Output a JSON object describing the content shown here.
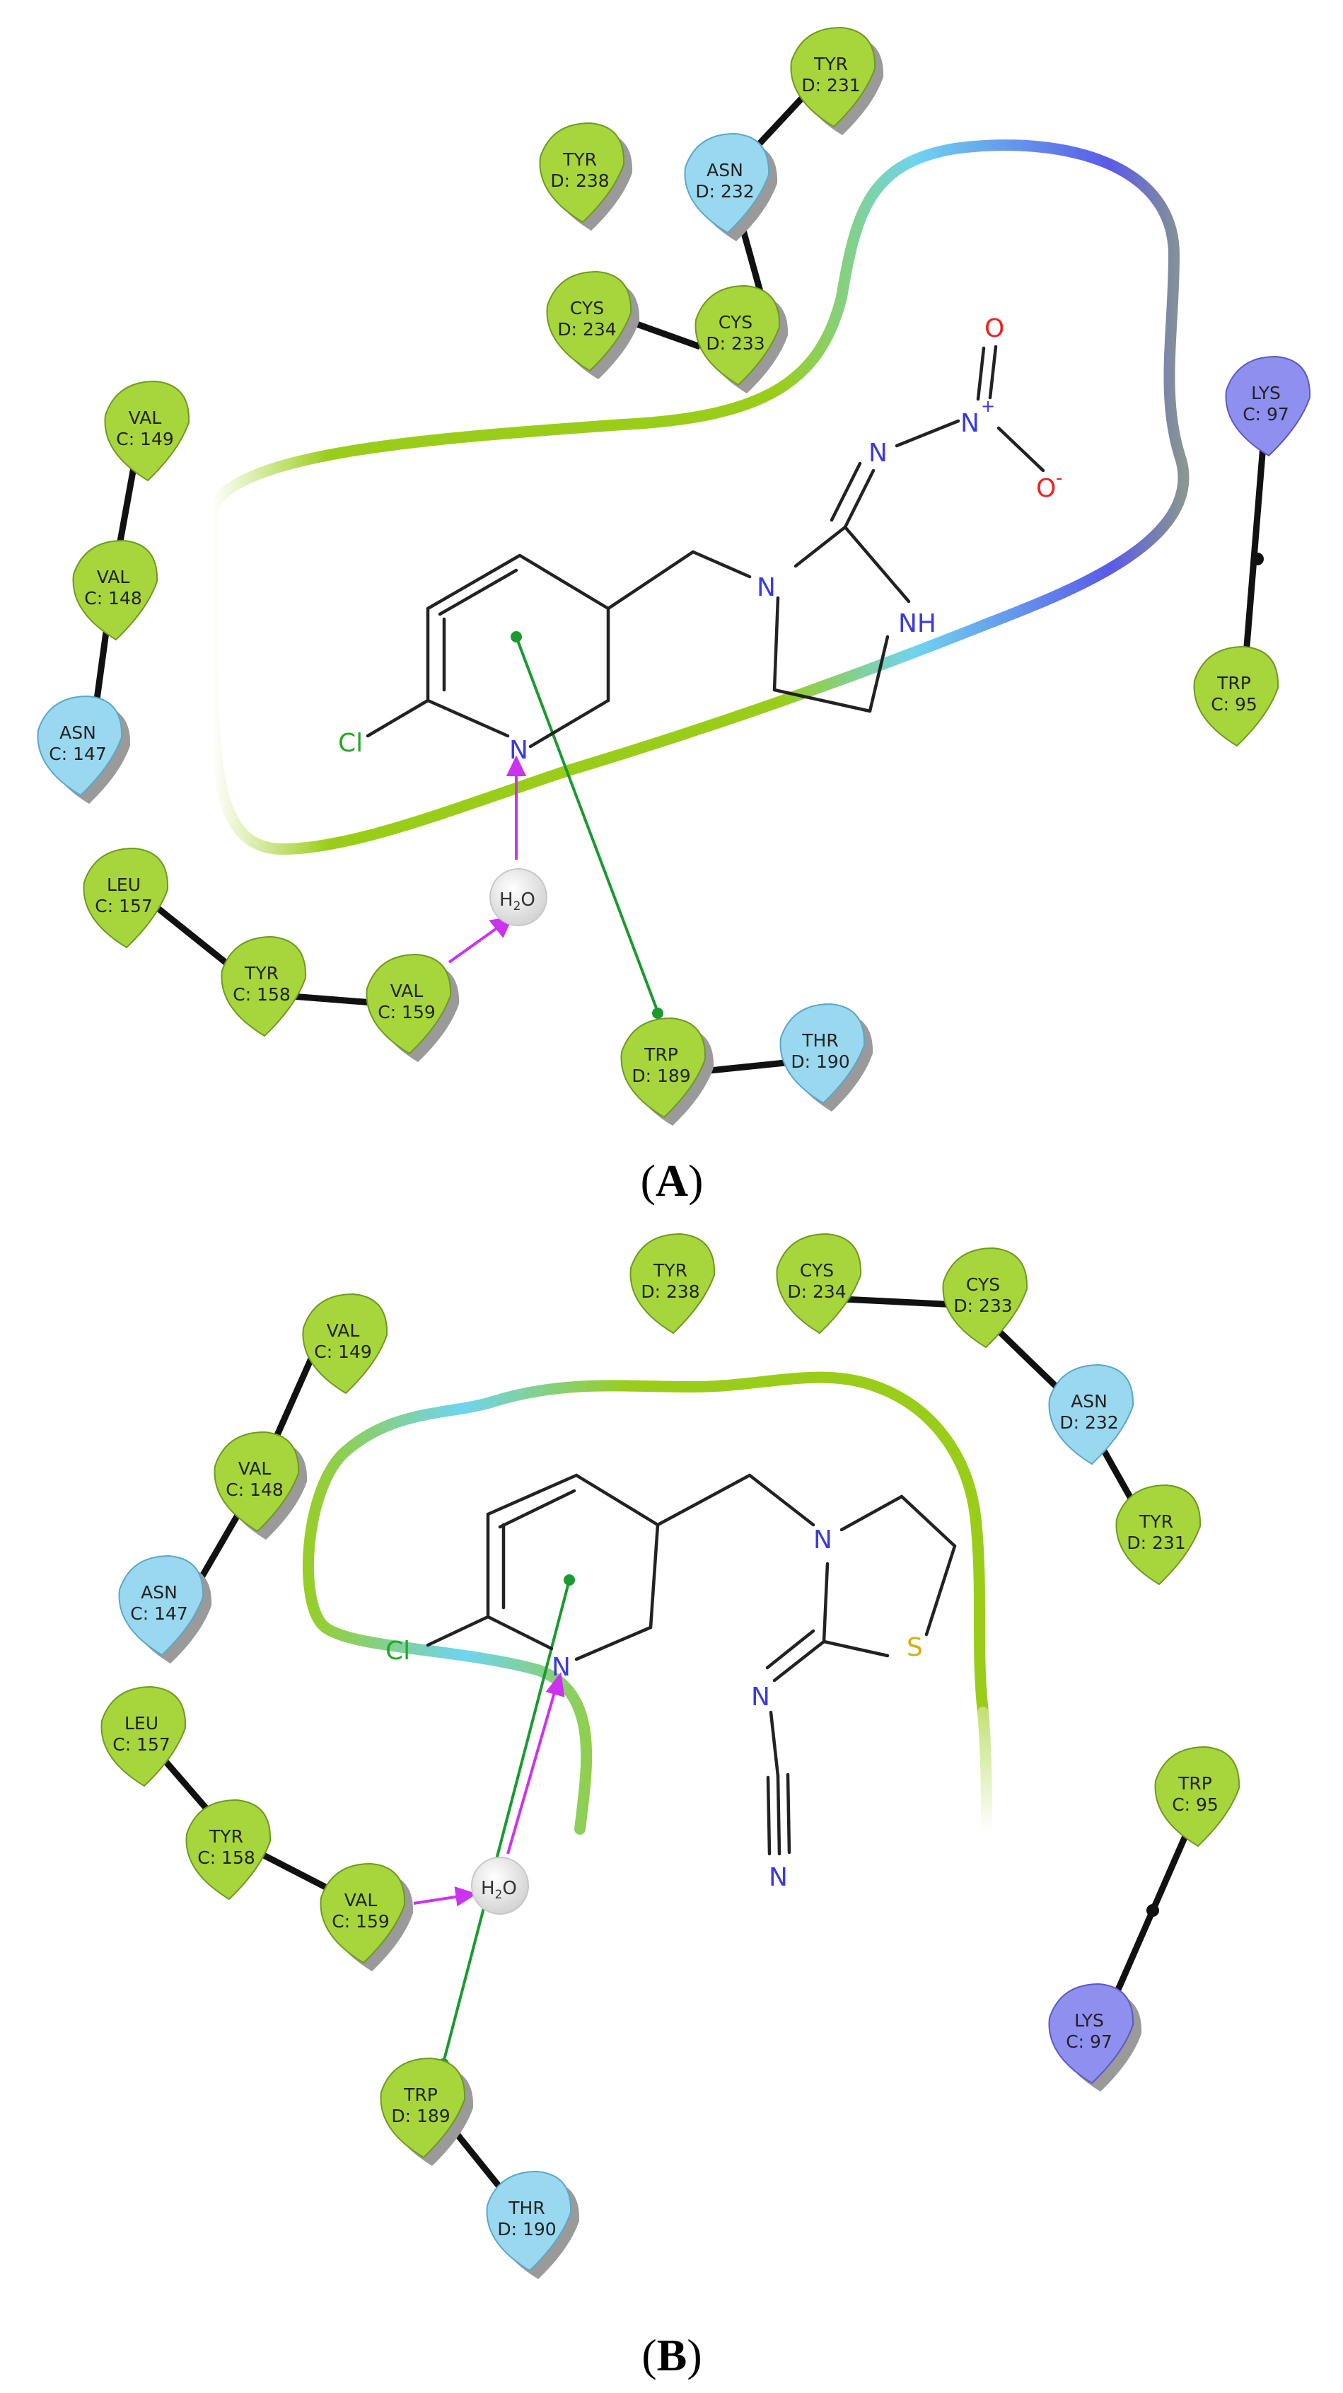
{
  "panels": {
    "a": {
      "label": "(A)",
      "label_bold": "A",
      "residues": {
        "tyr231": {
          "name": "TYR",
          "num": "D: 231"
        },
        "asn232": {
          "name": "ASN",
          "num": "D: 232"
        },
        "tyr238": {
          "name": "TYR",
          "num": "D: 238"
        },
        "cys234": {
          "name": "CYS",
          "num": "D: 234"
        },
        "cys233": {
          "name": "CYS",
          "num": "D: 233"
        },
        "val149": {
          "name": "VAL",
          "num": "C: 149"
        },
        "val148": {
          "name": "VAL",
          "num": "C: 148"
        },
        "asn147": {
          "name": "ASN",
          "num": "C: 147"
        },
        "leu157": {
          "name": "LEU",
          "num": "C: 157"
        },
        "tyr158": {
          "name": "TYR",
          "num": "C: 158"
        },
        "val159": {
          "name": "VAL",
          "num": "C: 159"
        },
        "trp189": {
          "name": "TRP",
          "num": "D: 189"
        },
        "thr190": {
          "name": "THR",
          "num": "D: 190"
        },
        "lys97": {
          "name": "LYS",
          "num": "C: 97"
        },
        "trp95": {
          "name": "TRP",
          "num": "C: 95"
        }
      },
      "atoms": {
        "cl": "Cl",
        "n_py": "N",
        "n1": "N",
        "nh": "NH",
        "n_imine": "N",
        "n_plus": "N",
        "plus": "+",
        "o1": "O",
        "o2": "O",
        "minus": "-"
      },
      "water": {
        "h": "H",
        "sub": "2",
        "o": "O"
      }
    },
    "b": {
      "label": "(B)",
      "label_bold": "B",
      "residues": {
        "tyr238": {
          "name": "TYR",
          "num": "D: 238"
        },
        "cys234": {
          "name": "CYS",
          "num": "D: 234"
        },
        "cys233": {
          "name": "CYS",
          "num": "D: 233"
        },
        "asn232": {
          "name": "ASN",
          "num": "D: 232"
        },
        "tyr231": {
          "name": "TYR",
          "num": "D: 231"
        },
        "val149": {
          "name": "VAL",
          "num": "C: 149"
        },
        "val148": {
          "name": "VAL",
          "num": "C: 148"
        },
        "asn147": {
          "name": "ASN",
          "num": "C: 147"
        },
        "leu157": {
          "name": "LEU",
          "num": "C: 157"
        },
        "tyr158": {
          "name": "TYR",
          "num": "C: 158"
        },
        "val159": {
          "name": "VAL",
          "num": "C: 159"
        },
        "trp189": {
          "name": "TRP",
          "num": "D: 189"
        },
        "thr190": {
          "name": "THR",
          "num": "D: 190"
        },
        "trp95": {
          "name": "TRP",
          "num": "C: 95"
        },
        "lys97": {
          "name": "LYS",
          "num": "C: 97"
        }
      },
      "atoms": {
        "cl": "Cl",
        "n_py": "N",
        "n_ring": "N",
        "s": "S",
        "n_imine": "N",
        "n_nitrile": "N"
      },
      "water": {
        "h": "H",
        "sub": "2",
        "o": "O"
      }
    }
  },
  "colors": {
    "hydrophobic": "#a6d63c",
    "polar": "#9ad8ef",
    "positive": "#8f8ff0",
    "pocket_green": "#9acd1a",
    "pocket_blue": "#6fd4f0",
    "pi_stack": "#1a9a30",
    "h_bond": "#cc33ee",
    "nitrogen": "#3a3ae0",
    "oxygen": "#ee2222",
    "chlorine": "#22aa22",
    "sulfur": "#d4b000"
  }
}
